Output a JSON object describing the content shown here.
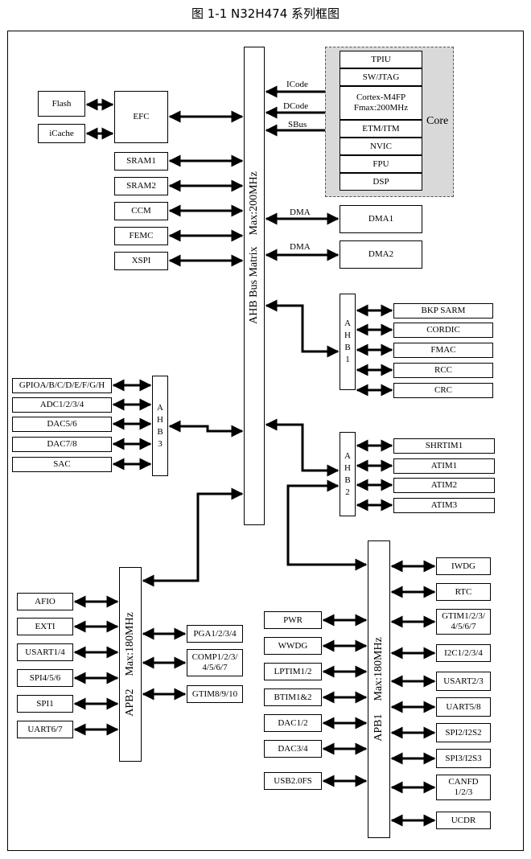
{
  "title": "图  1-1 N32H474 系列框图",
  "external": {
    "flash": "Flash",
    "icache": "iCache",
    "efc": "EFC",
    "sram1": "SRAM1",
    "sram2": "SRAM2",
    "ccm": "CCM",
    "femc": "FEMC",
    "xspi": "XSPI"
  },
  "bus_matrix": {
    "label": "AHB Bus Matrix",
    "freq": "Max:200MHz"
  },
  "core": {
    "label": "Core",
    "tpiu": "TPIU",
    "swjtag": "SW/JTAG",
    "cpu_line1": "Cortex-M4FP",
    "cpu_line2": "Fmax:200MHz",
    "etm": "ETM/ITM",
    "nvic": "NVIC",
    "fpu": "FPU",
    "dsp": "DSP",
    "icode": "ICode",
    "dcode": "DCode",
    "sbus": "SBus"
  },
  "dma": {
    "dma1": "DMA1",
    "dma2": "DMA2",
    "label": "DMA"
  },
  "ahb1": {
    "letters": "A\nH\nB\n1",
    "items": [
      "BKP SARM",
      "CORDIC",
      "FMAC",
      "RCC",
      "CRC"
    ]
  },
  "ahb2": {
    "letters": "A\nH\nB\n2",
    "items": [
      "SHRTIM1",
      "ATIM1",
      "ATIM2",
      "ATIM3"
    ]
  },
  "ahb3": {
    "letters": "A\nH\nB\n3",
    "items": [
      "GPIOA/B/C/D/E/F/G/H",
      "ADC1/2/3/4",
      "DAC5/6",
      "DAC7/8",
      "SAC"
    ]
  },
  "apb2": {
    "label": "APB2",
    "freq": "Max:180MHz",
    "left_items": [
      "AFIO",
      "EXTI",
      "USART1/4",
      "SPI4/5/6",
      "SPI1",
      "UART6/7"
    ],
    "right_items": [
      "PGA1/2/3/4",
      "COMP1/2/3/\n4/5/6/7",
      "GTIM8/9/10"
    ]
  },
  "apb1": {
    "label": "APB1",
    "freq": "Max:180MHz",
    "left_items": [
      "PWR",
      "WWDG",
      "LPTIM1/2",
      "BTIM1&2",
      "DAC1/2",
      "DAC3/4",
      "USB2.0FS"
    ],
    "right_items": [
      "IWDG",
      "RTC",
      "GTIM1/2/3/\n4/5/6/7",
      "I2C1/2/3/4",
      "USART2/3",
      "UART5/8",
      "SPI2/I2S2",
      "SPI3/I2S3",
      "CANFD\n1/2/3",
      "UCDR"
    ]
  }
}
